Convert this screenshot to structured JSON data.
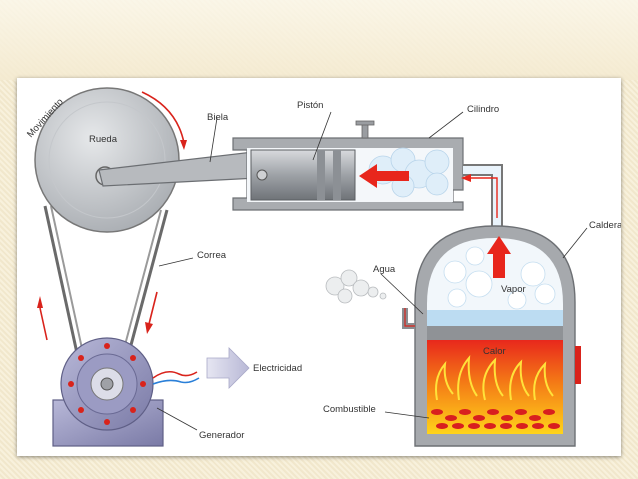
{
  "labels": {
    "movimiento": "Movimiento",
    "rueda": "Rueda",
    "biela": "Biela",
    "piston": "Pistón",
    "cilindro": "Cilindro",
    "caldera": "Caldera",
    "correa": "Correa",
    "agua": "Agua",
    "vapor": "Vapor",
    "electricidad": "Electricidad",
    "calor": "Calor",
    "combustible": "Combustible",
    "generador": "Generador"
  }
}
